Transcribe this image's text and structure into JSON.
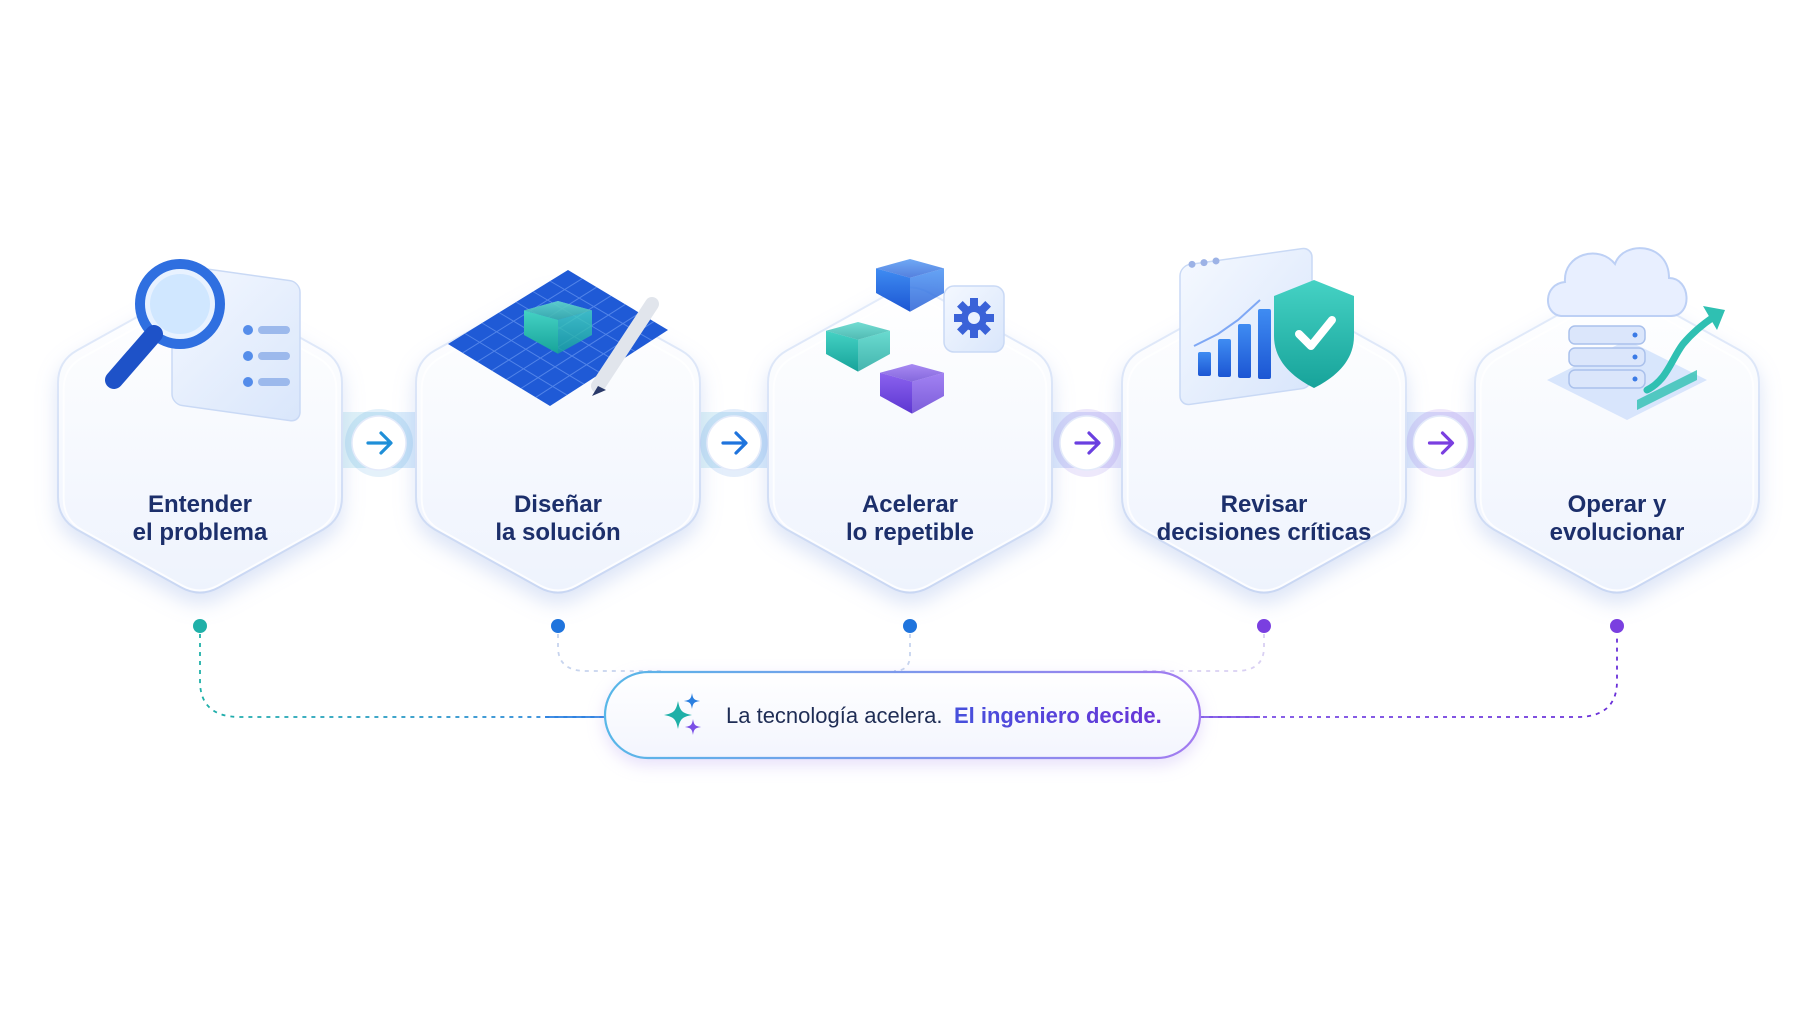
{
  "steps": [
    {
      "id": "entender",
      "line1": "Entender",
      "line2": "el problema",
      "icon": "magnifier-document-icon",
      "color": "#1fb0a8"
    },
    {
      "id": "disenar",
      "line1": "Diseñar",
      "line2": "la solución",
      "icon": "blueprint-pencil-icon",
      "color": "#1f74dd"
    },
    {
      "id": "acelerar",
      "line1": "Acelerar",
      "line2": "lo repetible",
      "icon": "cubes-gear-icon",
      "color": "#1f74dd"
    },
    {
      "id": "revisar",
      "line1": "Revisar",
      "line2": "decisiones críticas",
      "icon": "chart-shield-icon",
      "color": "#7a3fe0"
    },
    {
      "id": "operar",
      "line1": "Operar y",
      "line2": "evolucionar",
      "icon": "cloud-server-growth-icon",
      "color": "#7a3fe0"
    }
  ],
  "arrows": [
    {
      "from": "entender",
      "to": "disenar",
      "color": "#1f8fd8"
    },
    {
      "from": "disenar",
      "to": "acelerar",
      "color": "#1f74dd"
    },
    {
      "from": "acelerar",
      "to": "revisar",
      "color": "#6a3fe0"
    },
    {
      "from": "revisar",
      "to": "operar",
      "color": "#7a3fe0"
    }
  ],
  "banner": {
    "icon": "sparkles-icon",
    "text_plain": "La tecnología acelera.",
    "text_strong": "El ingeniero decide."
  },
  "colors": {
    "teal": "#1fb0a8",
    "blue": "#1f74dd",
    "purple": "#7a3fe0",
    "navy": "#1c2f6b"
  }
}
